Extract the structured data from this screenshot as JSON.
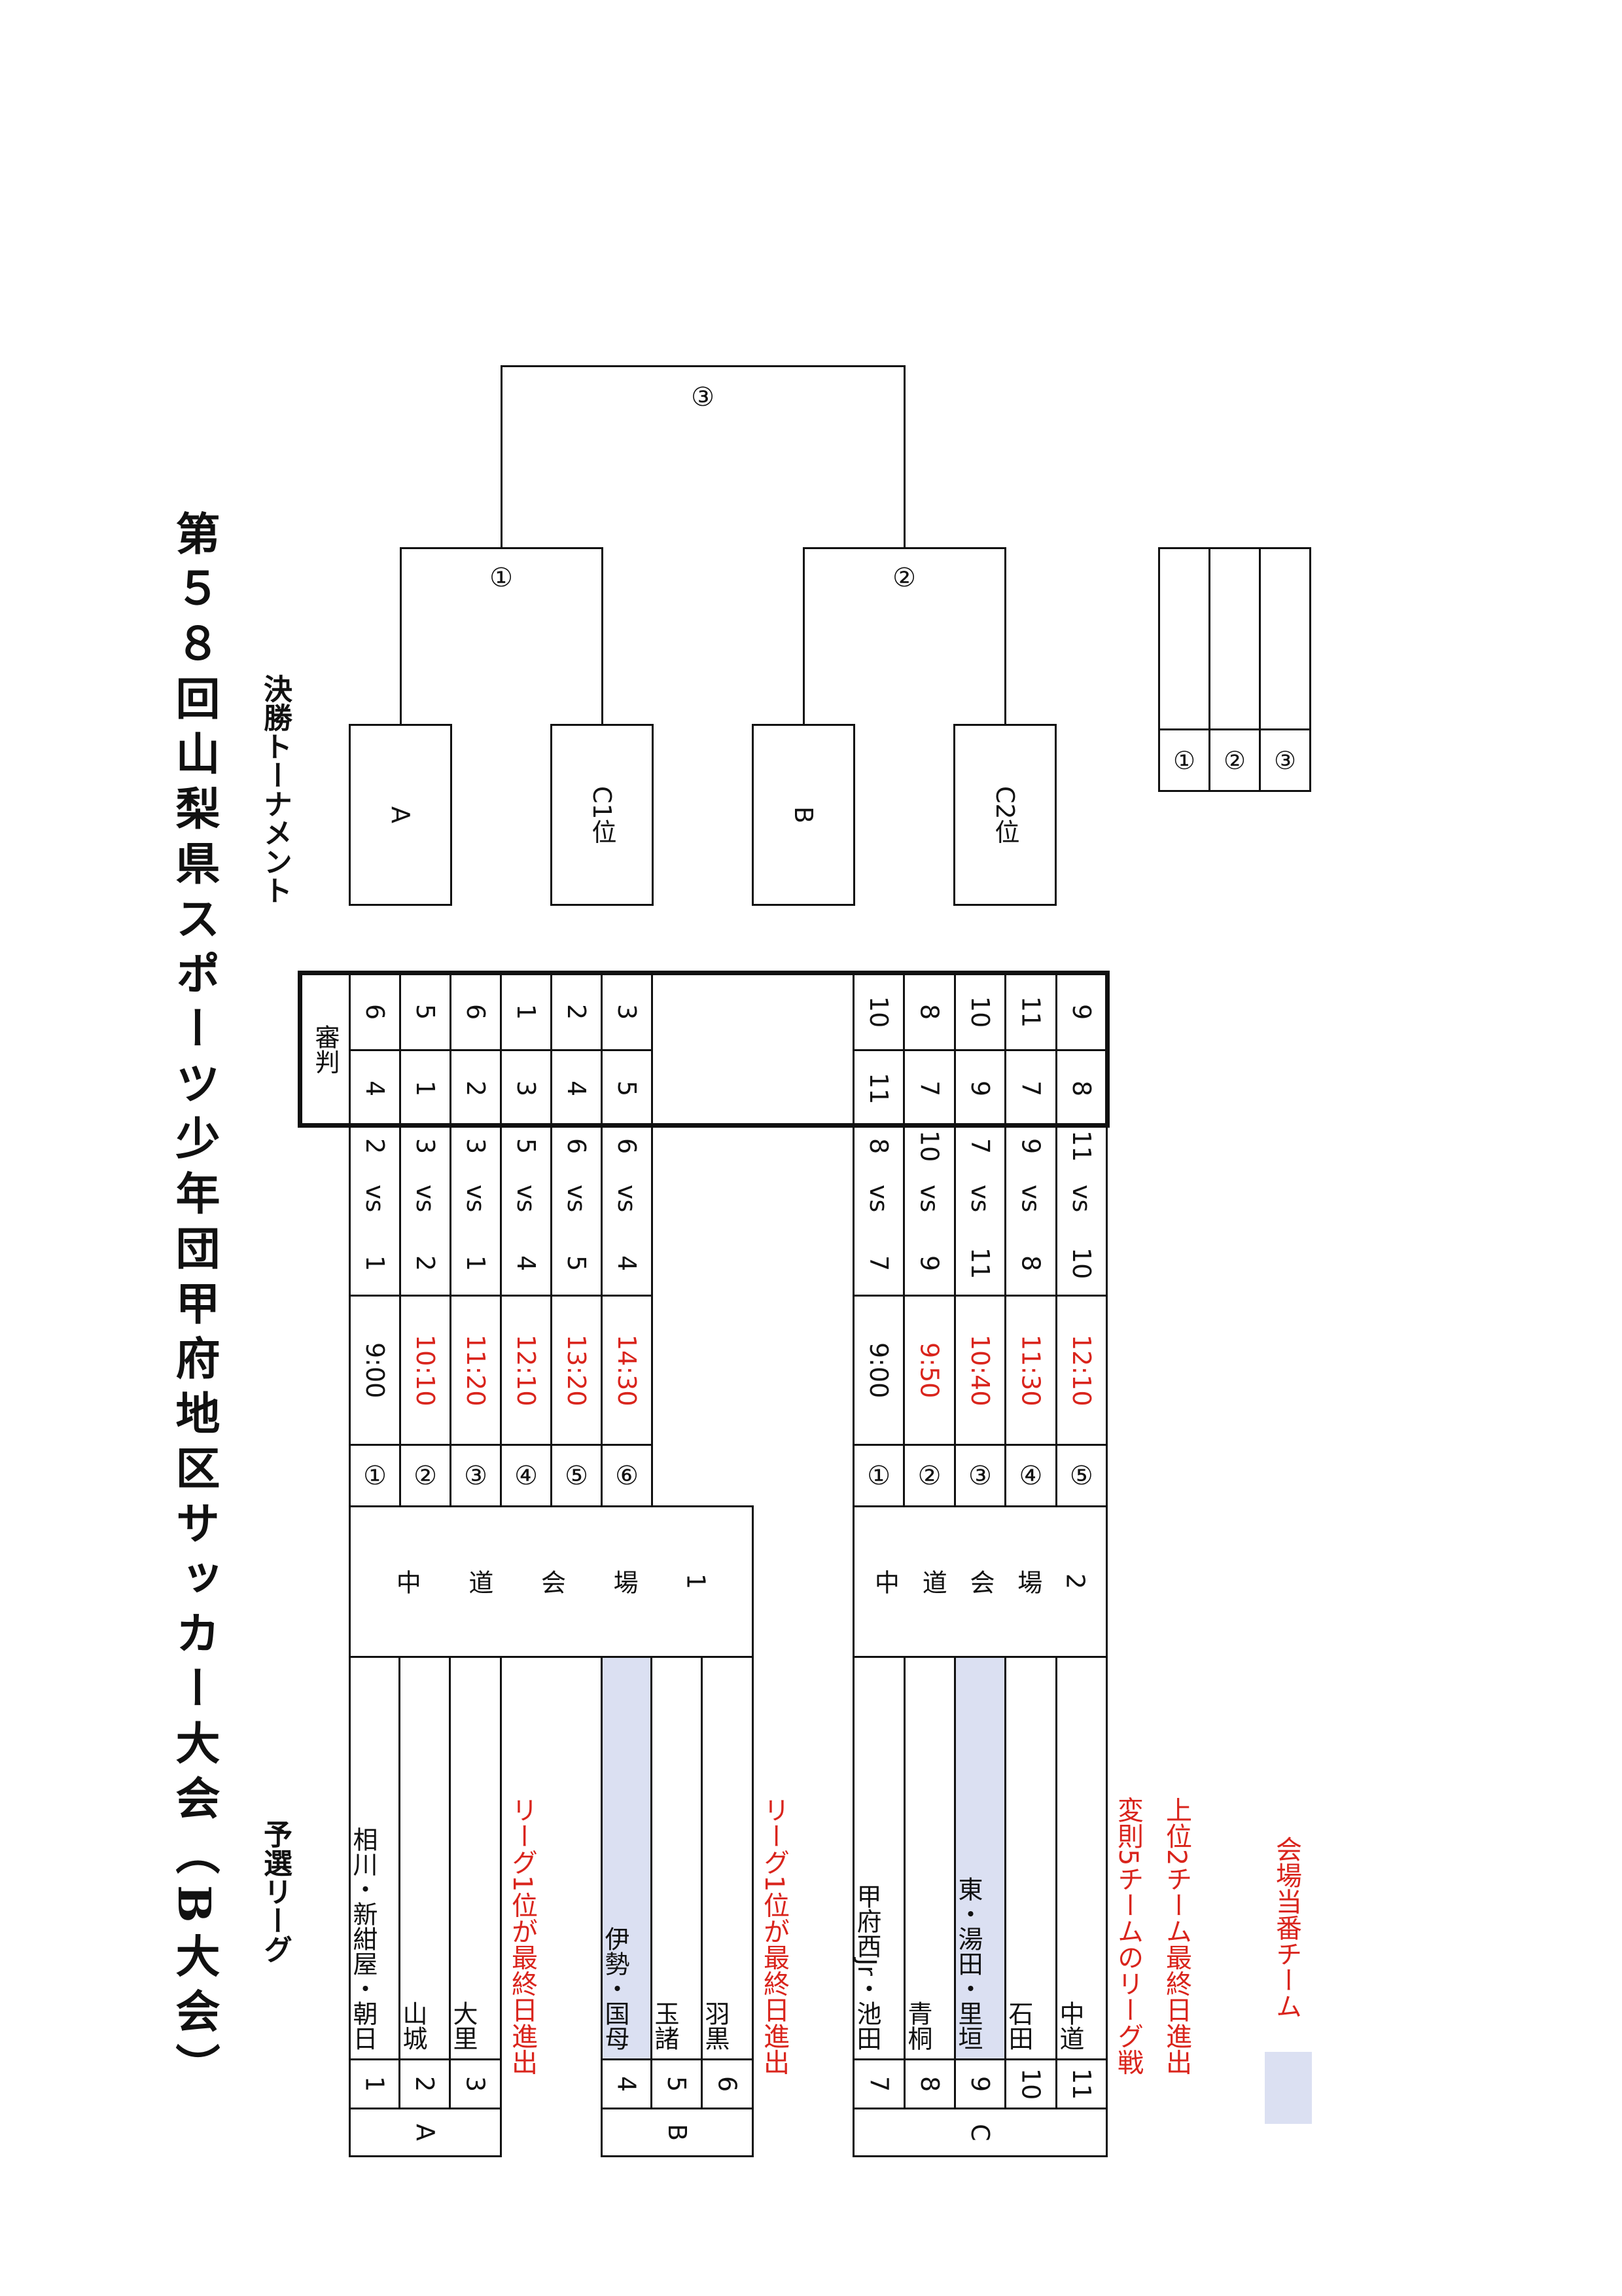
{
  "title": "第５８回山梨県スポーツ少年団甲府地区サッカー大会（B大会）",
  "sections": {
    "prelim": "予選リーグ",
    "final": "決勝トーナメント"
  },
  "groups": [
    {
      "label": "A",
      "teams": [
        {
          "no": "1",
          "name": "相川・新紺屋・朝日",
          "host": false
        },
        {
          "no": "2",
          "name": "山城",
          "host": false
        },
        {
          "no": "3",
          "name": "大里",
          "host": false
        }
      ],
      "note": "リーグ1位が最終日進出"
    },
    {
      "label": "B",
      "teams": [
        {
          "no": "4",
          "name": "伊勢・国母",
          "host": true
        },
        {
          "no": "5",
          "name": "玉諸",
          "host": false
        },
        {
          "no": "6",
          "name": "羽黒",
          "host": false
        }
      ],
      "note": "リーグ1位が最終日進出"
    },
    {
      "label": "C",
      "teams": [
        {
          "no": "7",
          "name": "甲府西Jr・池田",
          "host": false
        },
        {
          "no": "8",
          "name": "青桐",
          "host": false
        },
        {
          "no": "9",
          "name": "東・湯田・里垣",
          "host": true
        },
        {
          "no": "10",
          "name": "石田",
          "host": false
        },
        {
          "no": "11",
          "name": "中道",
          "host": false
        }
      ]
    }
  ],
  "venues": [
    {
      "chars": [
        "中",
        "道",
        "会",
        "場",
        "1"
      ]
    },
    {
      "chars": [
        "中",
        "道",
        "会",
        "場",
        "2"
      ]
    }
  ],
  "referee_label": "審判",
  "vs": "vs",
  "matches_v1": [
    {
      "num": "①",
      "time": "9:00",
      "red": false,
      "home": "1",
      "away": "2",
      "ref1": "4",
      "ref2": "6"
    },
    {
      "num": "②",
      "time": "10:10",
      "red": true,
      "home": "2",
      "away": "3",
      "ref1": "1",
      "ref2": "5"
    },
    {
      "num": "③",
      "time": "11:20",
      "red": true,
      "home": "1",
      "away": "3",
      "ref1": "2",
      "ref2": "6"
    },
    {
      "num": "④",
      "time": "12:10",
      "red": true,
      "home": "4",
      "away": "5",
      "ref1": "3",
      "ref2": "1"
    },
    {
      "num": "⑤",
      "time": "13:20",
      "red": true,
      "home": "5",
      "away": "6",
      "ref1": "4",
      "ref2": "2"
    },
    {
      "num": "⑥",
      "time": "14:30",
      "red": true,
      "home": "4",
      "away": "6",
      "ref1": "5",
      "ref2": "3"
    }
  ],
  "matches_v2": [
    {
      "num": "①",
      "time": "9:00",
      "red": false,
      "home": "7",
      "away": "8",
      "ref1": "11",
      "ref2": "10"
    },
    {
      "num": "②",
      "time": "9:50",
      "red": true,
      "home": "9",
      "away": "10",
      "ref1": "7",
      "ref2": "8"
    },
    {
      "num": "③",
      "time": "10:40",
      "red": true,
      "home": "11",
      "away": "7",
      "ref1": "9",
      "ref2": "10"
    },
    {
      "num": "④",
      "time": "11:30",
      "red": true,
      "home": "8",
      "away": "9",
      "ref1": "7",
      "ref2": "11"
    },
    {
      "num": "⑤",
      "time": "12:10",
      "red": true,
      "home": "10",
      "away": "11",
      "ref1": "8",
      "ref2": "9"
    }
  ],
  "notes_c": [
    "変則5チームのリーグ戦",
    "上位2チーム最終日進出"
  ],
  "legend": {
    "label": "会場当番チーム",
    "color": "#dbe0f2"
  },
  "bracket": {
    "boxes": [
      "A",
      "C1位",
      "B",
      "C2位"
    ],
    "match_nums": [
      "①",
      "②",
      "③"
    ]
  },
  "result_rows": [
    "①",
    "②",
    "③"
  ],
  "colors": {
    "red": "#d9241c",
    "host": "#dbe0f2"
  }
}
